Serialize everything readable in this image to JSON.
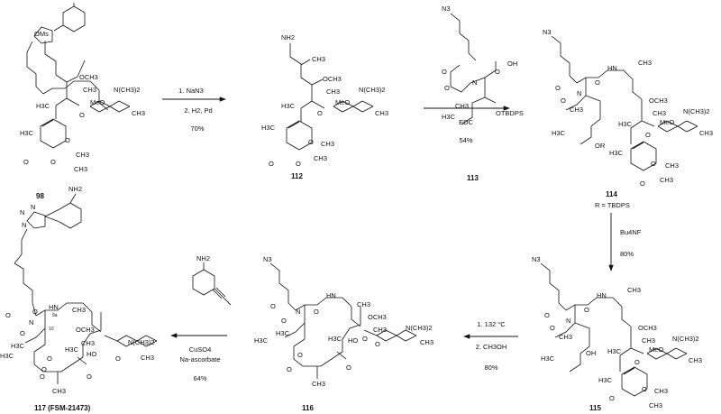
{
  "compounds": {
    "c98": {
      "label": "98",
      "atoms": [
        "OMs",
        "OCH3",
        "CH3",
        "N(CH3)2",
        "MeO",
        "H3C",
        "O",
        "O",
        "O",
        "O",
        "CH3",
        "CH3",
        "CH3",
        "H3C"
      ]
    },
    "c112": {
      "label": "112",
      "atoms": [
        "NH2",
        "CH3",
        "OCH3",
        "CH3",
        "N(CH3)2",
        "MeO",
        "H3C",
        "O",
        "O",
        "O",
        "O",
        "CH3",
        "CH3",
        "CH3",
        "H3C"
      ]
    },
    "c113": {
      "label": "113",
      "atoms": [
        "N3",
        "O",
        "O",
        "N",
        "OH",
        "O",
        "CH3",
        "H3C",
        "OTBDPS"
      ]
    },
    "c114": {
      "label": "114",
      "note": "R = TBDPS",
      "atoms": [
        "N3",
        "HN",
        "O",
        "O",
        "N",
        "O",
        "CH3",
        "H3C",
        "OR",
        "OCH3",
        "CH3",
        "N(CH3)2",
        "MeO",
        "H3C",
        "O",
        "O",
        "O",
        "CH3",
        "CH3",
        "CH3",
        "H3C",
        "CH3"
      ]
    },
    "c115": {
      "label": "115",
      "atoms": [
        "N3",
        "HN",
        "O",
        "O",
        "N",
        "O",
        "CH3",
        "H3C",
        "OH",
        "OCH3",
        "CH3",
        "N(CH3)2",
        "MeO",
        "H3C",
        "O",
        "O",
        "O",
        "CH3",
        "CH3",
        "CH3",
        "H3C",
        "CH3"
      ]
    },
    "c116": {
      "label": "116",
      "atoms": [
        "N3",
        "HN",
        "O",
        "O",
        "N",
        "O",
        "CH3",
        "H3C",
        "H3C",
        "O",
        "OCH3",
        "CH3",
        "N(CH3)2",
        "HO",
        "O",
        "CH3",
        "H3C",
        "O",
        "O",
        "O",
        "CH3"
      ]
    },
    "c117": {
      "label": "117 (FSM-21473)",
      "atoms": [
        "NH2",
        "N",
        "N",
        "N",
        "HN",
        "9a",
        "O",
        "10",
        "O",
        "N",
        "O",
        "CH3",
        "H3C",
        "H3C",
        "O",
        "OCH3",
        "CH3",
        "N(CH3)2",
        "HO",
        "O",
        "CH3",
        "H3C",
        "O",
        "O",
        "O",
        "CH3"
      ]
    },
    "aniline": {
      "atoms": [
        "NH2"
      ]
    }
  },
  "steps": [
    {
      "conditions": [
        "1. NaN3",
        "2. H2, Pd"
      ],
      "yield": "70%",
      "direction": "right"
    },
    {
      "reagent": "113",
      "conditions": [
        "EDC"
      ],
      "yield": "54%",
      "direction": "right"
    },
    {
      "conditions": [
        "Bu4NF"
      ],
      "yield": "80%",
      "direction": "down"
    },
    {
      "conditions": [
        "1. 132 °C",
        "2. CH3OH"
      ],
      "yield": "80%",
      "direction": "left"
    },
    {
      "reagent": "3-ethynylaniline",
      "conditions": [
        "CuSO4",
        "Na-ascorbate"
      ],
      "yield": "64%",
      "direction": "left"
    }
  ]
}
